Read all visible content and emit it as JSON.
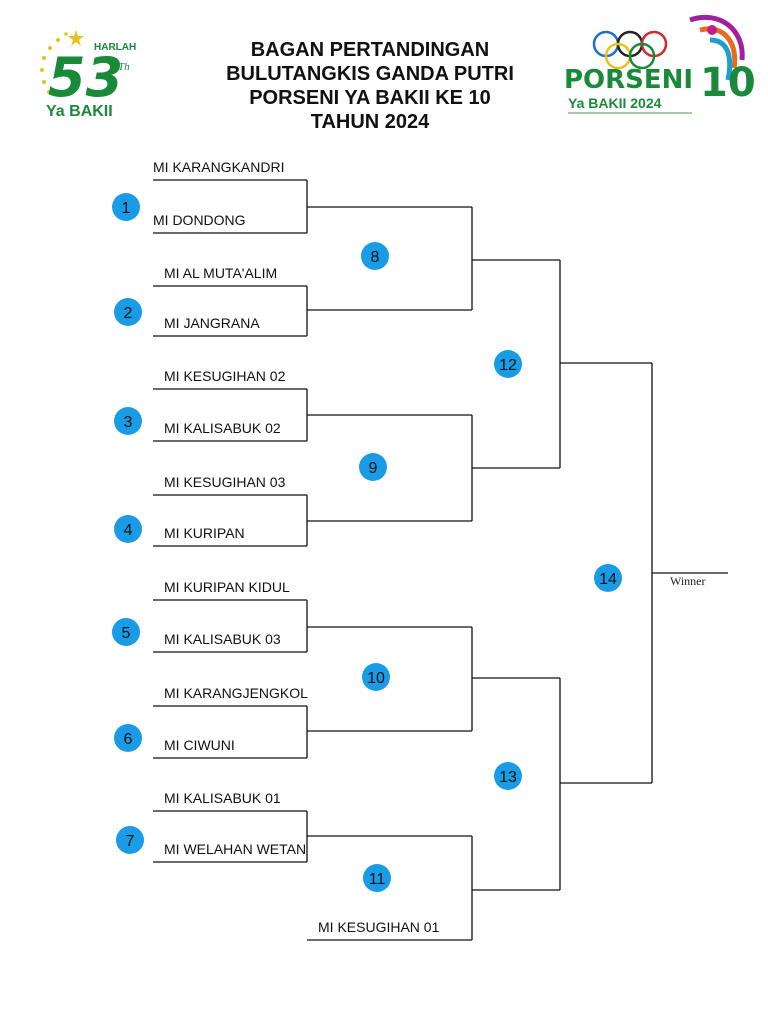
{
  "header": {
    "title_lines": [
      "BAGAN PERTANDINGAN",
      "BULUTANGKIS GANDA PUTRI",
      "PORSENI YA BAKII KE 10",
      "TAHUN 2024"
    ],
    "logo_left": {
      "number": "53",
      "suffix": "Th",
      "top_text": "HARLAH",
      "bottom_text": "Ya BAKII"
    },
    "logo_right": {
      "main_text": "PORSENI",
      "number": "10",
      "sub_text": "Ya BAKII 2024"
    }
  },
  "colors": {
    "badge": "#1a9be6",
    "line": "#111111",
    "logo_green": "#1a8a3a",
    "logo_gold": "#e8c21a"
  },
  "bracket": {
    "teams": [
      "MI KARANGKANDRI",
      "MI DONDONG",
      "MI AL MUTA'ALIM",
      "MI JANGRANA",
      "MI KESUGIHAN 02",
      "MI KALISABUK 02",
      "MI KESUGIHAN 03",
      "MI KURIPAN",
      "MI KURIPAN KIDUL",
      "MI KALISABUK 03",
      "MI KARANGJENGKOL",
      "MI CIWUNI",
      "MI KALISABUK 01",
      "MI WELAHAN WETAN",
      "MI KESUGIHAN 01"
    ],
    "matches": [
      "1",
      "2",
      "3",
      "4",
      "5",
      "6",
      "7",
      "8",
      "9",
      "10",
      "11",
      "12",
      "13",
      "14"
    ],
    "winner_label": "Winner"
  }
}
